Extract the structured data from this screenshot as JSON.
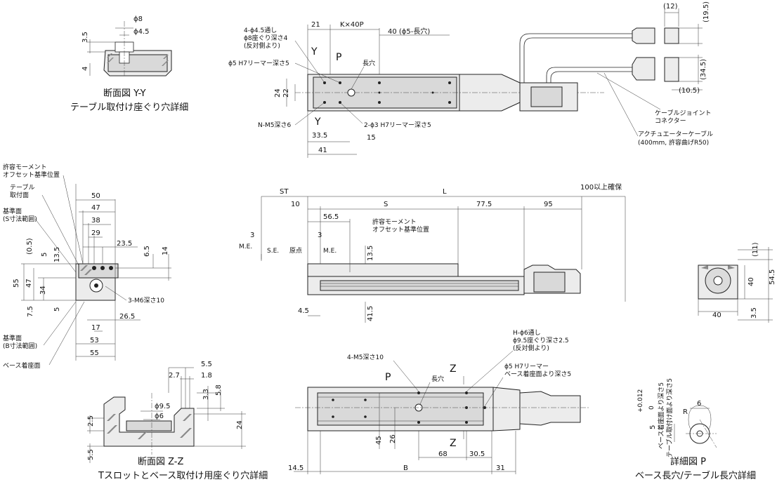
{
  "views": {
    "section_yy": {
      "caption": "断面図 Y-Y",
      "subcaption": "テーブル取付け座ぐり穴詳細",
      "dims": [
        "ϕ8",
        "ϕ4.5",
        "3.5",
        "4"
      ]
    },
    "top_view": {
      "dims": [
        "21",
        "K×40P",
        "40 (ϕ5-長穴)",
        "24",
        "22",
        "33.5",
        "41",
        "15",
        "Y",
        "Y",
        "P"
      ],
      "notes": {
        "holes_through": "4-ϕ4.5通し",
        "counterbore": "ϕ8座ぐり深さ4",
        "opposite_side": "(反対側より)",
        "reamer": "ϕ5 H7リーマー深さ5",
        "slot": "長穴",
        "tap": "N-M5深さ6",
        "reamer2": "2-ϕ3 H7リーマー深さ5"
      }
    },
    "cable": {
      "dims": [
        "(12)",
        "(19.5)",
        "(34.5)",
        "(10.5)"
      ],
      "connector_label_1": "ケーブルジョイント",
      "connector_label_2": "コネクター",
      "actuator_cable_label": "アクチュエーターケーブル",
      "cable_spec": "(400mm, 許容曲げR50)"
    },
    "left_section": {
      "dims": [
        "50",
        "47",
        "38",
        "29",
        "23.5",
        "(0.5)",
        "5",
        "13.5",
        "6.5",
        "14",
        "55",
        "47",
        "34",
        "7.5",
        "5",
        "17",
        "26.5",
        "53",
        "55"
      ],
      "labels": {
        "moment_offset_1": "許容モーメント",
        "moment_offset_2": "オフセット基準位置",
        "table_surface_1": "テーブル",
        "table_surface_2": "取付面",
        "ref_surface_1": "基準面",
        "ref_surface_2": "(S寸法範囲)",
        "tap": "3-M6深さ10",
        "ref_b_1": "基準面",
        "ref_b_2": "(B寸法範囲)",
        "base_surface": "ベース着座面"
      }
    },
    "side_view": {
      "dims": [
        "ST",
        "L",
        "100以上確保",
        "10",
        "S",
        "77.5",
        "95",
        "56.5",
        "3",
        "3",
        "13.5",
        "4.5",
        "41.5"
      ],
      "labels": {
        "me_left": "M.E.",
        "se": "S.E.",
        "origin": "原点",
        "me_right": "M.E.",
        "moment_offset_1": "許容モーメント",
        "moment_offset_2": "オフセット基準位置"
      }
    },
    "end_view": {
      "dims": [
        "(11)",
        "54.5",
        "40",
        "40",
        "3.5"
      ]
    },
    "bottom_view": {
      "dims": [
        "14.5",
        "B",
        "31",
        "68",
        "30.5",
        "45",
        "26",
        "Z",
        "Z",
        "P"
      ],
      "notes": {
        "tap": "4-M5深さ10",
        "slot": "長穴",
        "holes_through": "H-ϕ6通し",
        "counterbore": "ϕ9.5座ぐり深さ2.5",
        "opposite_side": "(反対側より)",
        "reamer": "ϕ5 H7リーマー",
        "reamer_depth": "ベース着座面より深さ5"
      }
    },
    "section_zz": {
      "caption": "断面図 Z-Z",
      "subcaption": "Tスロットとベース取付け用座ぐり穴詳細",
      "dims": [
        "5.5",
        "2.7",
        "1.8",
        "3.3",
        "5.8",
        "ϕ9.5",
        "ϕ6",
        "2.5",
        "24",
        "5.5"
      ]
    },
    "detail_p": {
      "caption": "詳細図 P",
      "subcaption": "ベース長穴/テーブル長穴詳細",
      "dims": [
        "6",
        "R"
      ],
      "tolerance_value": "5",
      "tolerance": "+0.012",
      "tolerance_low": "0",
      "vertical_1": "ベース着座面より深さ5",
      "vertical_2": "テーブル取付け面より深さ5"
    }
  }
}
